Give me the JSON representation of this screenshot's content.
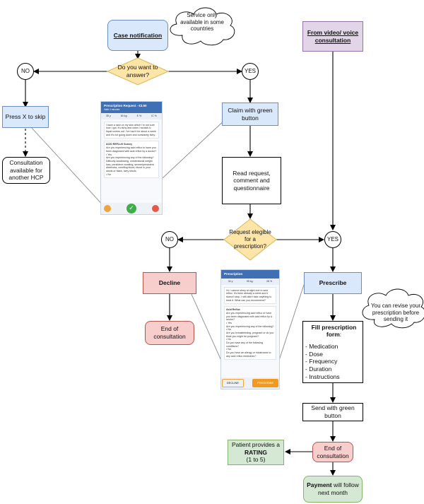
{
  "nodes": {
    "case_notification": "Case notification",
    "cloud_service": "Service only available in some countries",
    "do_you_want": "Do you want to answer?",
    "no1": "NO",
    "yes1": "YES",
    "press_x": "Press X to skip",
    "consultation_available": "Consultation available for another HCP",
    "claim": "Claim with green button",
    "read_request": "Read request, comment and questionnaire",
    "request_elegible": "Request elegible for a prescription?",
    "no2": "NO",
    "yes2": "YES",
    "decline": "Decline",
    "end1": "End of consultation",
    "prescribe": "Prescribe",
    "cloud_revise": "You can revise your prescription before sending it",
    "fill_form_title": "Fill prescription form",
    "fill_form_colon": ":",
    "form_items": [
      "- Medication",
      "- Dose",
      "- Frequency",
      "- Duration",
      "- Instructions"
    ],
    "send_green": "Send with green button",
    "end2": "End of consultation",
    "rating_pre": "Patient provides a",
    "rating_word": "RATING",
    "rating_post": "(1 to 5)",
    "payment_word": "Payment",
    "payment_post": "will follow next month",
    "from_video": "From video/ voice consultation"
  },
  "phone1": {
    "title": "Prescription Request - €3.50",
    "subtitle": "Valid 4 minutes",
    "stats": [
      "35 y",
      "60 kg",
      "E %",
      "IC %"
    ],
    "message": "I have a rash on my skin which I'm not sure how I got, it's itchy and when I scratch it, liquid comes out. I've had it for about a week and it's not going down and constantly itchy.",
    "survey_title": "ACID REFLUX Survey",
    "q1": "Are you experiencing acid reflux to have you been diagnosed with acid reflux by a doctor?",
    "a1": "• Yes",
    "q2": "Are you experiencing any of the following? Difficulty swallowing, unintentional weight loss, persistent vomiting, severe/persistent diarrhoea, vomiting blood, blood in your stools or black, tarry stools.",
    "a2": "• No"
  },
  "phone2": {
    "title": "Prescription",
    "stats": [
      "34 y",
      "95 kg",
      "28 %"
    ],
    "message": "Hi, I cannot sleep at night due to acid reflux. It's been already a week and it doesn't stop. I still didn't take anything to treat it. What can you recommend?",
    "survey_title": "Acid Reflux",
    "q1": "Are you experiencing acid reflux or have you been diagnosed with acid reflux by a doctor?",
    "a1": "• Yes",
    "q2": "Are you experiencing any of the following?",
    "a2": "• No",
    "q3": "Are you breastfeeding, pregnant or do you think you might be pregnant?",
    "a3": "• No",
    "q4": "Do you have any of the following conditions?",
    "a4": "• No",
    "q5": "Do you have an allergy or intolerance to any acid reflux medicines?",
    "decline_btn": "DECLINE",
    "prescribe_btn": "PRESCRIBE"
  }
}
